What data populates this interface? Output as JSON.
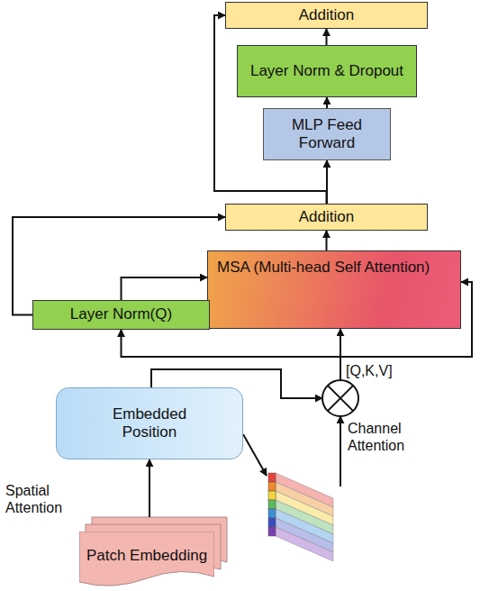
{
  "diagram": {
    "nodes": [
      {
        "text": [
          "Addition"
        ]
      },
      {
        "text": [
          "Layer Norm & Dropout"
        ]
      },
      {
        "text": [
          "MLP Feed Forward"
        ]
      },
      {
        "text": [
          "Addition"
        ]
      },
      {
        "text": [
          "MSA (Multi-head Self Attention)"
        ]
      },
      {
        "text": [
          "Layer Norm(Q)"
        ]
      },
      {
        "text": [
          "Embedded Position"
        ]
      },
      {
        "text": [
          "Patch Embedding"
        ]
      }
    ],
    "edges": [
      {
        "from": 3,
        "to": 2,
        "arrow": "to"
      },
      {
        "from": 2,
        "to": 1,
        "arrow": "to"
      },
      {
        "from": 1,
        "to": 0,
        "arrow": "to"
      },
      {
        "from": 3,
        "to": 0,
        "arrow": "to"
      },
      {
        "from": 4,
        "to": 3,
        "arrow": "to"
      },
      {
        "from": 5,
        "to": 4,
        "arrow": "to"
      },
      {
        "from": 5,
        "to": 3,
        "arrow": "to"
      },
      {
        "from": 7,
        "to": 6,
        "arrow": "to"
      }
    ],
    "labels": [
      "[Q,K,V]",
      "Channel Attention",
      "Spatial Attention"
    ]
  }
}
